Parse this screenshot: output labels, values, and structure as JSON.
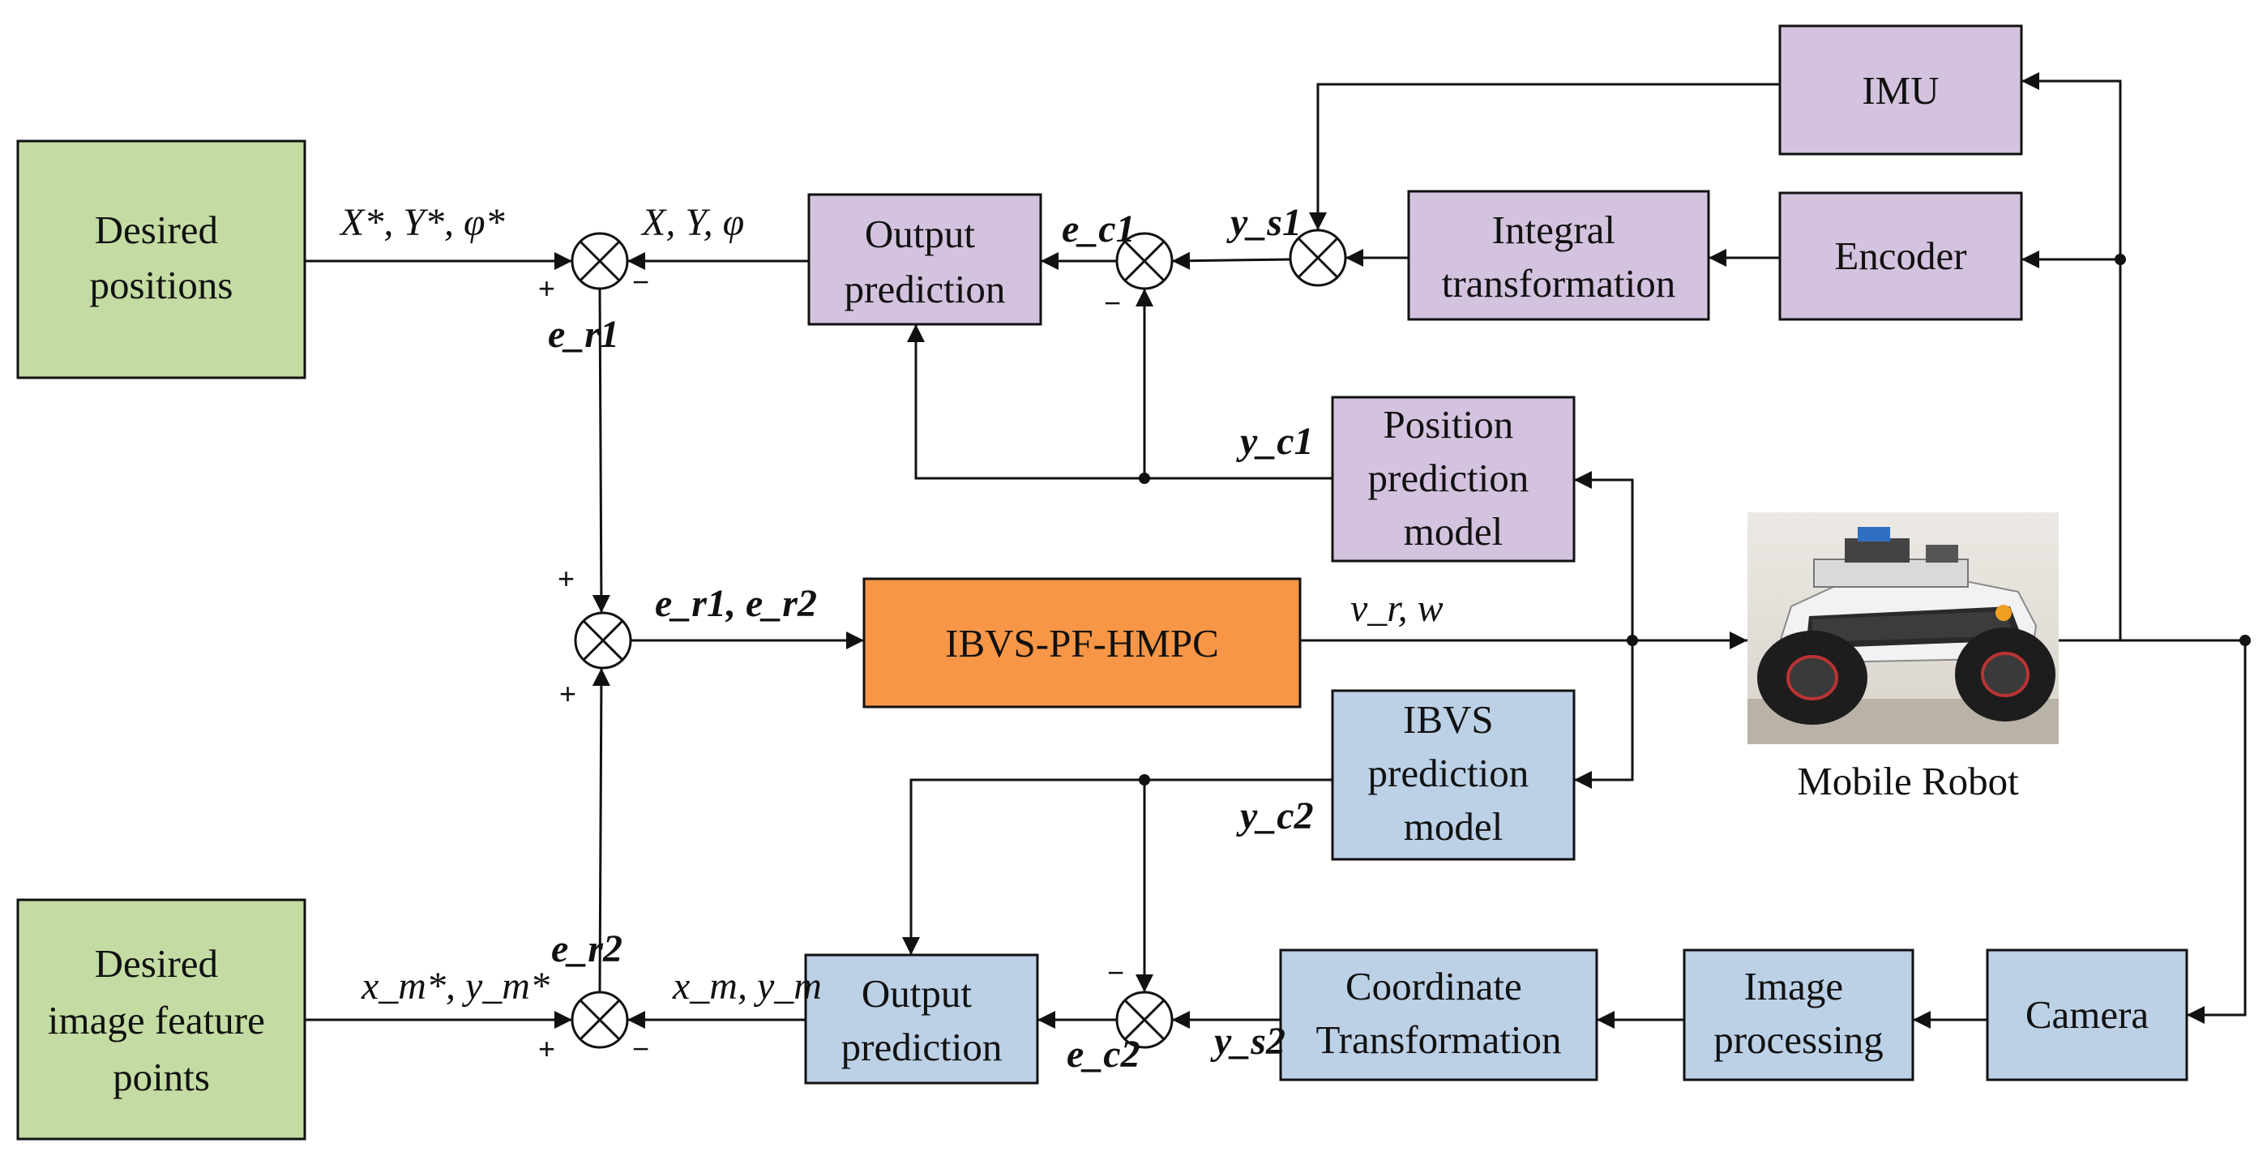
{
  "colors": {
    "green_fill": "#c4dca3",
    "purple_fill": "#d4c3df",
    "blue_fill": "#bcd0e6",
    "orange_fill": "#f79646",
    "line": "#111111"
  },
  "blocks": {
    "desired_positions": "Desired positions",
    "desired_image_points": "Desired image feature points",
    "imu": "IMU",
    "integral_transformation": "Integral transformation",
    "encoder": "Encoder",
    "output_prediction_top": "Output prediction",
    "position_prediction_model": "Position prediction model",
    "controller": "IBVS-PF-HMPC",
    "ibvs_prediction_model": "IBVS prediction model",
    "output_prediction_bottom": "Output prediction",
    "coordinate_transformation": "Coordinate Transformation",
    "image_processing": "Image processing",
    "camera": "Camera"
  },
  "robot": {
    "caption": "Mobile Robot",
    "image": "photo of a wheeled mobile robot with lidar"
  },
  "signals": {
    "desired_pose": "X*, Y*, φ*",
    "actual_pose": "X, Y, φ",
    "e_c1": "e_c1",
    "y_s1": "y_s1",
    "e_r1": "e_r1",
    "y_c1": "y_c1",
    "errors_sum": "e_r1, e_r2",
    "control_output": "v_r, w",
    "y_c2": "y_c2",
    "e_r2": "e_r2",
    "desired_features": "x_m*, y_m*",
    "actual_features": "x_m, y_m",
    "e_c2": "e_c2",
    "y_s2": "y_s2"
  },
  "signs": {
    "plus": "+",
    "minus": "−"
  }
}
